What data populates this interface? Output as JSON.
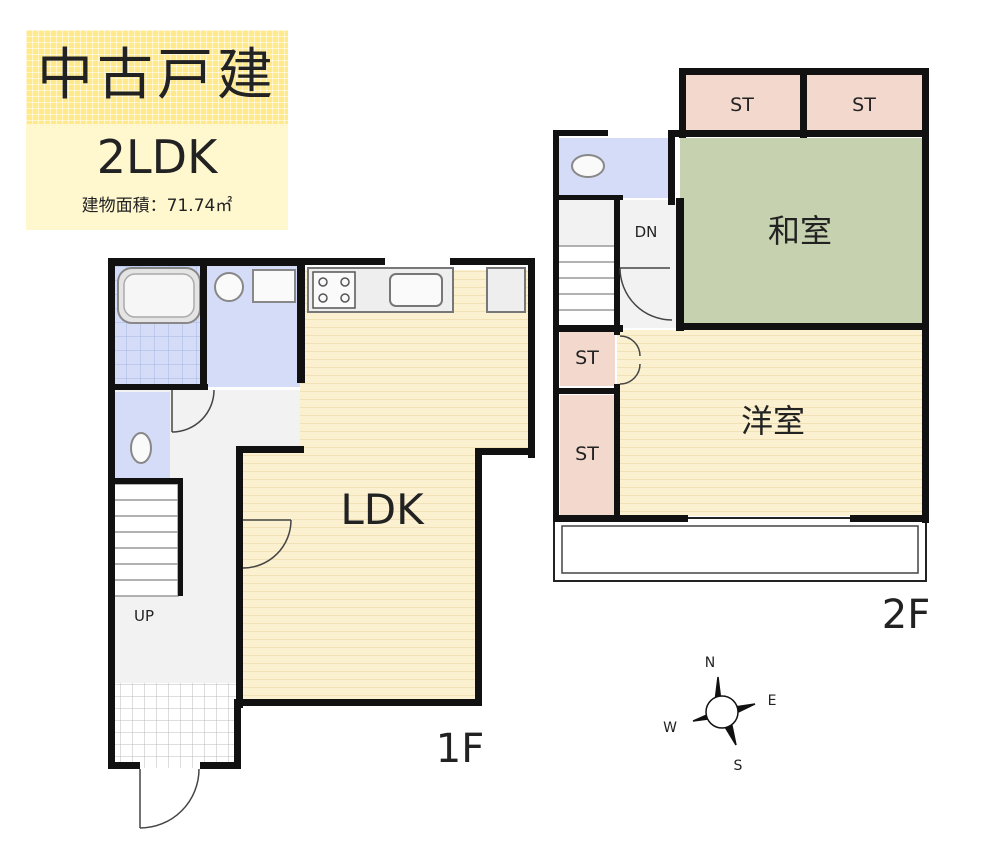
{
  "header": {
    "title": "中古戸建",
    "layout": "2LDK",
    "area": "建物面積：71.74㎡"
  },
  "floors": {
    "first": {
      "label": "1F",
      "rooms": {
        "ldk": "LDK",
        "up": "UP"
      }
    },
    "second": {
      "label": "2F",
      "rooms": {
        "washitsu": "和室",
        "yoshitsu": "洋室",
        "dn": "DN",
        "st_top_left": "ST",
        "st_top_right": "ST",
        "st_mid": "ST",
        "st_low": "ST"
      }
    }
  },
  "compass": {
    "n": "N",
    "e": "E",
    "s": "S",
    "w": "W"
  },
  "colors": {
    "wall": "#111111",
    "ldk_floor": "#fbf0cf",
    "washitsu": "#c6d2af",
    "storage": "#f3d8cd",
    "wet_area": "#d4dcf7",
    "hall": "#f2f2f2",
    "title_band": "#ffe98a",
    "sub_band": "#fff8cf"
  }
}
